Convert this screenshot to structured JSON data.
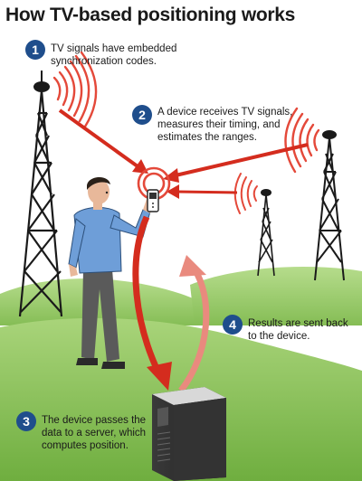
{
  "header": {
    "title": "How TV-based positioning works"
  },
  "steps": [
    {
      "number": "1",
      "text": "TV signals have embedded synchronization codes."
    },
    {
      "number": "2",
      "text": "A device receives TV signals, measures their timing, and estimates the ranges."
    },
    {
      "number": "3",
      "text": "The device passes the data to a server, which computes position."
    },
    {
      "number": "4",
      "text": "Results are sent back to the device."
    }
  ],
  "colors": {
    "accent_red": "#d42c1e",
    "wave_red": "#e4493a",
    "badge_blue": "#1f4e8c",
    "hill_green": "#8fc45a",
    "shirt_blue": "#6e9ed8",
    "server_dark": "#2b2b2b"
  }
}
